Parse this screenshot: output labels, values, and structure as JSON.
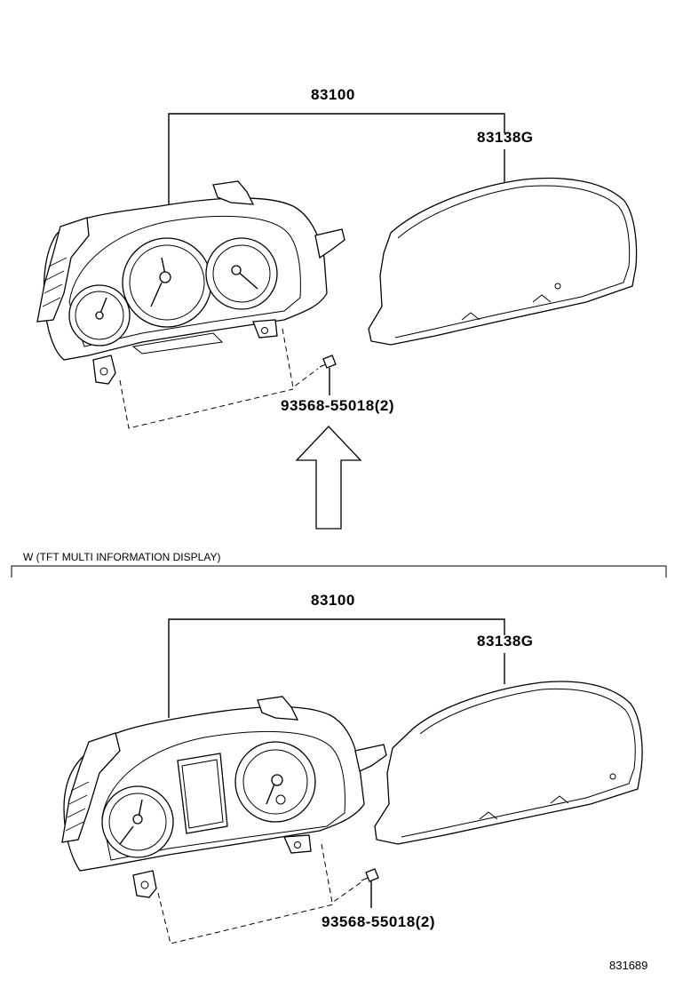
{
  "top_section": {
    "assembly_label": "83100",
    "glass_label": "83138G",
    "screw_label": "93568-55018(2)"
  },
  "bottom_section": {
    "variant_caption": "W (TFT MULTI INFORMATION DISPLAY)",
    "assembly_label": "83100",
    "glass_label": "83138G",
    "screw_label": "93568-55018(2)"
  },
  "diagram_ref": "831689"
}
